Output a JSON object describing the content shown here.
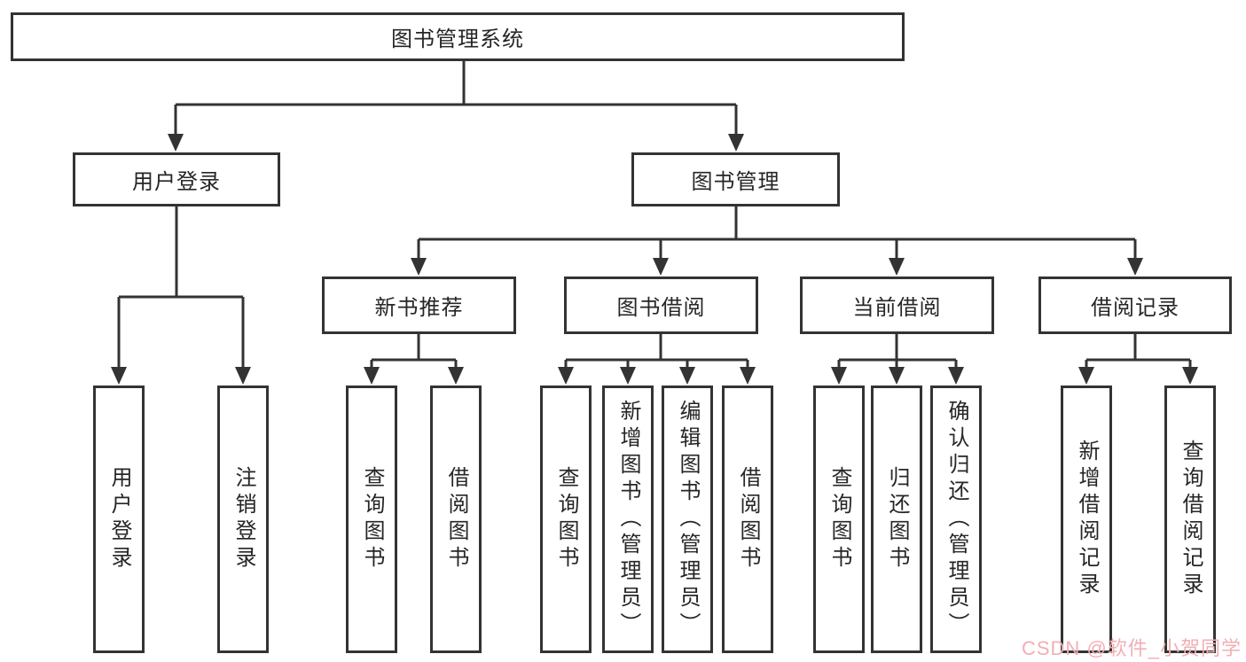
{
  "diagram": {
    "type": "hierarchy-flowchart",
    "root": {
      "label": "图书管理系统"
    },
    "level2": [
      {
        "label": "用户登录"
      },
      {
        "label": "图书管理"
      }
    ],
    "level3": [
      {
        "label": "新书推荐",
        "parent": "图书管理"
      },
      {
        "label": "图书借阅",
        "parent": "图书管理"
      },
      {
        "label": "当前借阅",
        "parent": "图书管理"
      },
      {
        "label": "借阅记录",
        "parent": "图书管理"
      }
    ],
    "leaves": [
      {
        "label": "用户登录",
        "parent": "用户登录"
      },
      {
        "label": "注销登录",
        "parent": "用户登录"
      },
      {
        "label": "查询图书",
        "parent": "新书推荐"
      },
      {
        "label": "借阅图书",
        "parent": "新书推荐"
      },
      {
        "label": "查询图书",
        "parent": "图书借阅"
      },
      {
        "label": "新增图书（管理员）",
        "parent": "图书借阅"
      },
      {
        "label": "编辑图书（管理员）",
        "parent": "图书借阅"
      },
      {
        "label": "借阅图书",
        "parent": "图书借阅"
      },
      {
        "label": "查询图书",
        "parent": "当前借阅"
      },
      {
        "label": "归还图书",
        "parent": "当前借阅"
      },
      {
        "label": "确认归还（管理员）",
        "parent": "当前借阅"
      },
      {
        "label": "新增借阅记录",
        "parent": "借阅记录"
      },
      {
        "label": "查询借阅记录",
        "parent": "借阅记录"
      }
    ],
    "watermark": "CSDN @软件_小贺同学",
    "colors": {
      "line": "#333333",
      "box_border": "#333333",
      "text": "#262626",
      "watermark": "#f2aeb4",
      "background": "#ffffff"
    }
  }
}
